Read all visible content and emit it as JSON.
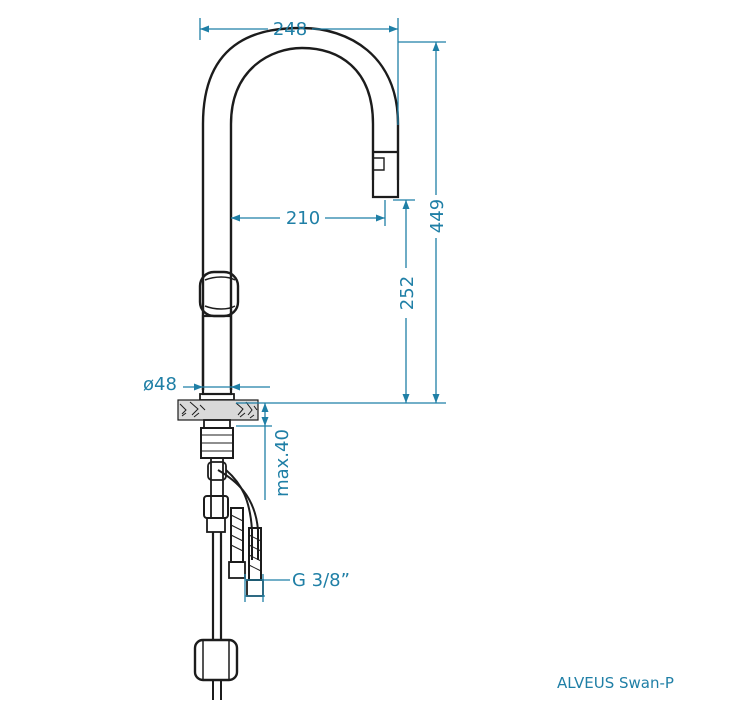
{
  "drawing": {
    "dimensions": {
      "overall_width": "248",
      "overall_height": "449",
      "spout_reach": "210",
      "spout_height": "252",
      "base_diameter": "ø48",
      "max_deck_thickness": "max.40",
      "connection_thread": "G 3/8”"
    },
    "model_name": "ALVEUS Swan-P",
    "colors": {
      "dimension": "#1f7fa6",
      "outline": "#1c1c1c"
    }
  }
}
